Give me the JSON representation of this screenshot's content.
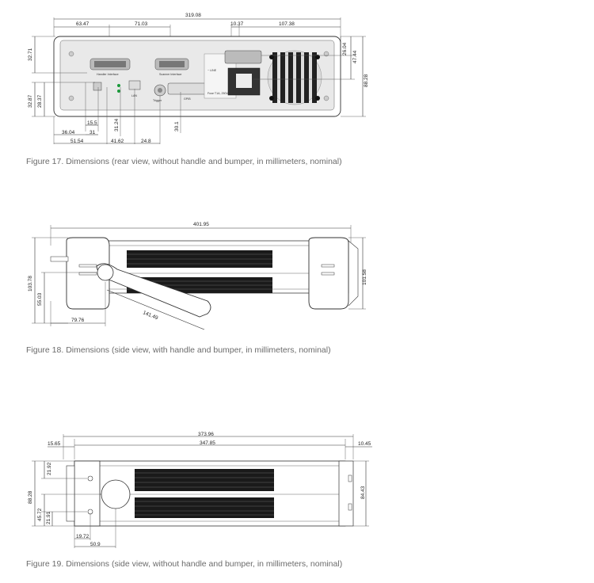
{
  "figures": [
    {
      "caption": "Figure 17. Dimensions (rear view, without handle and bumper, in millimeters, nominal)",
      "dims": {
        "overall_width": "319.08",
        "left_seg": "63.47",
        "mid_seg": "71.03",
        "small_seg": "10.37",
        "right_seg": "107.38",
        "left_h1": "32.71",
        "left_h2": "32.87",
        "left_h3": "28.37",
        "right_h1": "26.04",
        "right_h2": "47.44",
        "right_h3": "88.28",
        "b_15_5": "15.5",
        "b_36_04": "36.04",
        "b_31": "31",
        "b_31_24": "31.24",
        "b_30_1": "30.1",
        "b_51_54": "51.54",
        "b_41_62": "41.62",
        "b_24_8": "24.8"
      },
      "labels": {
        "handler": "Handler Interface",
        "scanner": "Scanner Interface",
        "lan": "LAN",
        "trigger": "Trigger",
        "gpib": "GPIB",
        "line": "~ LINE",
        "fuse": "Fuse T1A, 250V"
      }
    },
    {
      "caption": "Figure 18. Dimensions (side view, with handle and bumper, in millimeters, nominal)",
      "dims": {
        "overall_length": "401.95",
        "height_left": "103.78",
        "height_inner": "55.03",
        "front_depth": "79.76",
        "handle_len": "141.49",
        "height_right": "101.58"
      }
    },
    {
      "caption": "Figure 19. Dimensions (side view, without handle and bumper, in millimeters, nominal)",
      "dims": {
        "overall_length": "373.96",
        "body_length": "347.85",
        "front_offset": "15.65",
        "rear_offset": "10.45",
        "left_h1": "88.28",
        "left_h2": "21.92",
        "left_h3": "45.72",
        "left_h4": "21.91",
        "right_h": "84.43",
        "bottom_1": "19.72",
        "bottom_2": "50.9"
      }
    }
  ]
}
